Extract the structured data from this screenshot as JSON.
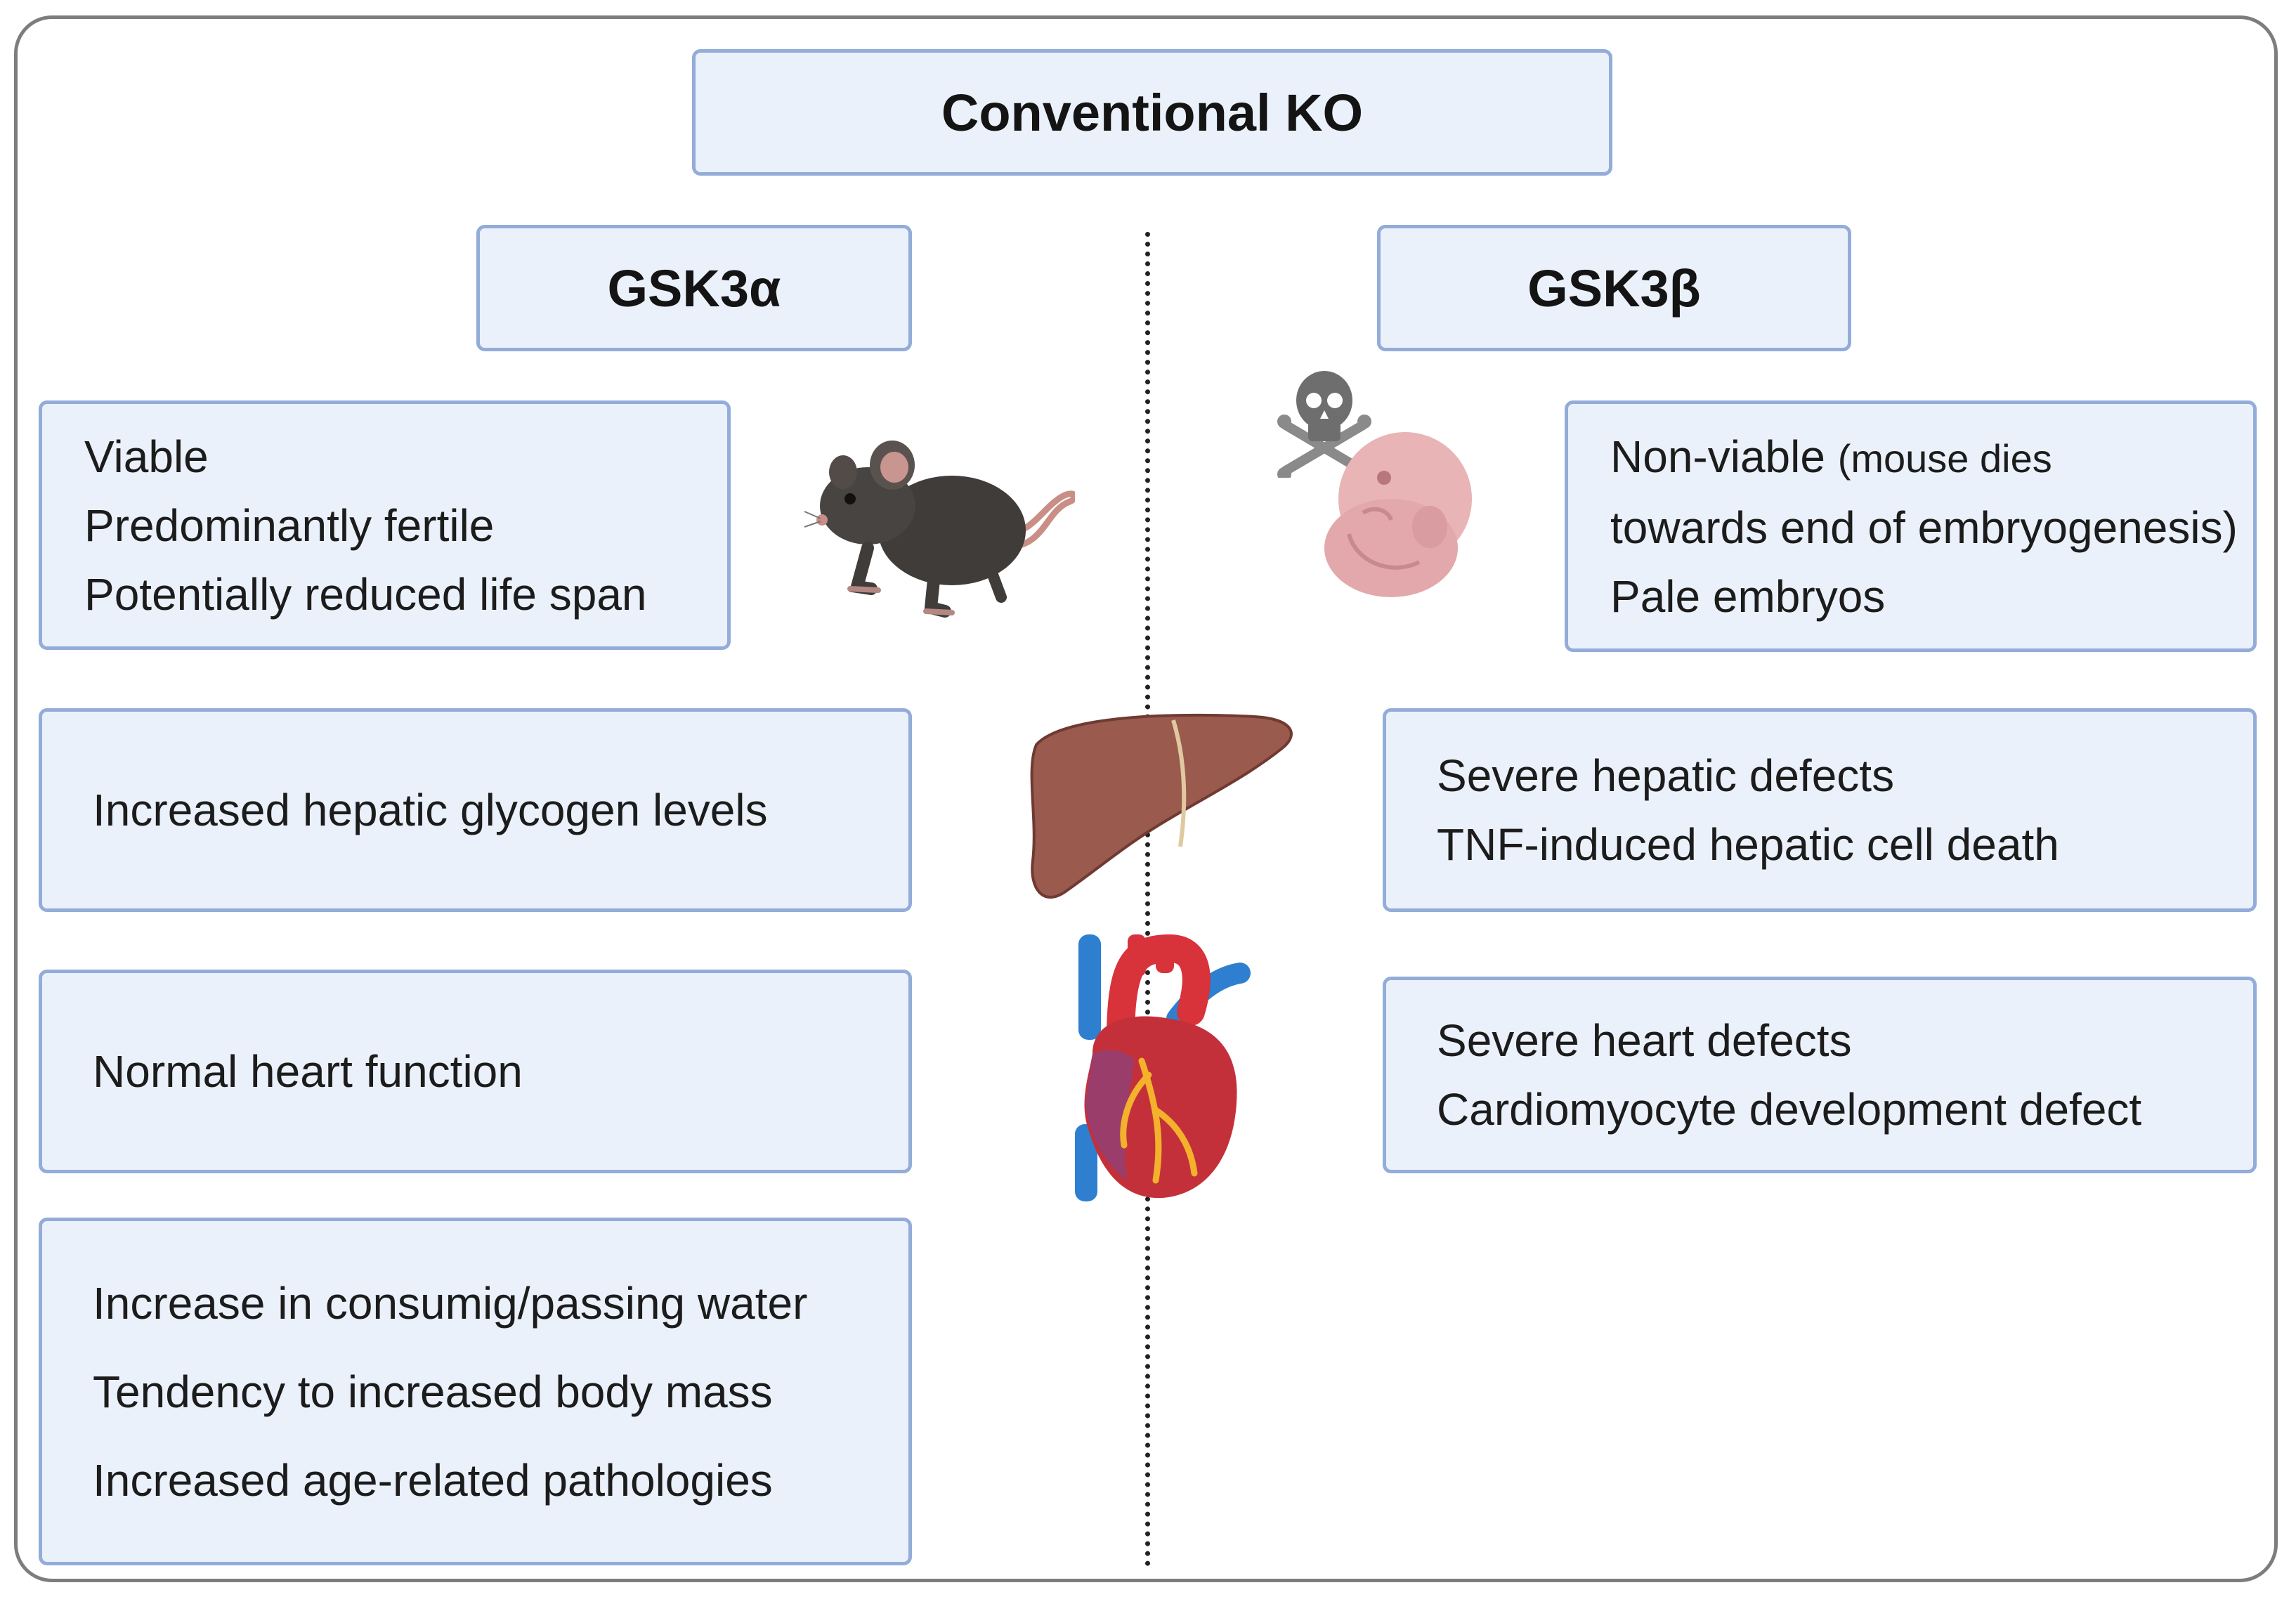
{
  "header": {
    "title": "Conventional KO"
  },
  "columns": {
    "alpha": {
      "title": "GSK3α",
      "viability": [
        "Viable",
        "Predominantly fertile",
        "Potentially reduced life span"
      ],
      "liver": [
        "Increased hepatic glycogen levels"
      ],
      "heart": [
        "Normal heart function"
      ],
      "other": [
        "Increase in consumig/passing water",
        "Tendency to increased body mass",
        "Increased age-related pathologies"
      ]
    },
    "beta": {
      "title": "GSK3β",
      "viability_main": "Non-viable",
      "viability_note_1": "(mouse dies",
      "viability_note_2": "towards end of embryogenesis)",
      "viability_extra": "Pale embryos",
      "liver": [
        "Severe hepatic defects",
        "TNF-induced hepatic cell death"
      ],
      "heart": [
        "Severe heart defects",
        "Cardiomyocyte development defect"
      ]
    }
  },
  "icons": [
    "mouse-icon",
    "skull-crossbones-icon",
    "embryo-icon",
    "liver-icon",
    "heart-icon"
  ],
  "colors": {
    "box_fill": "#ebf1fb",
    "box_border": "#93acd9",
    "frame_border": "#7d7d7d"
  }
}
